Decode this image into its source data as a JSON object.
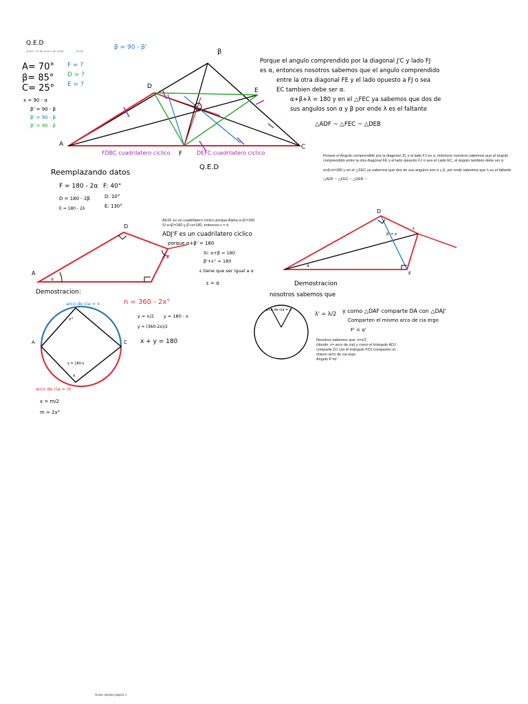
{
  "page": {
    "title": "Q.E.D",
    "date": "lunes, 13 de enero de 2025",
    "time": "10:53",
    "footer": "Notas rápidas página 1"
  },
  "givens": {
    "alpha": "A= 70°",
    "beta": "β= 85°",
    "gamma": "C= 25°",
    "relations": [
      "x = 90 - α",
      "β' = 90 - β",
      "β' = 90 - β",
      "β' = 90 - β"
    ]
  },
  "blue_notes": {
    "beta_rel": "β = 90 - β'",
    "f_q": "F = ?",
    "d_q": "D = ?",
    "e_q": "E = ?"
  },
  "fig1": {
    "labels": {
      "a": "A",
      "b": "β",
      "c": "C",
      "d": "D",
      "e": "E",
      "f": "F"
    },
    "fdbc": "FDBC cuadrilatero ciclico",
    "defc": "DEFC cuadrilatero ciclico",
    "qed": "Q.E.D"
  },
  "hand_right": {
    "l1": "Porque el angulo comprendido por la diagonal J'C y lado FJ",
    "l2": "es α, entonces nosotros sabemos que el angulo comprendido",
    "l3": "entre la otra diagonal FE y el lado opuesto a FJ o sea",
    "l4": "EC tambien debe ser α.",
    "l5": "α+β+λ = 180 y en el △FEC ya sabemos que dos de",
    "l6": "sus angulos son α y β por ende λ es el faltante",
    "l7": "△ADF ~ △FEC ~ △DEB"
  },
  "typed_right": {
    "p1": "Porque el Angulo comprendido por la diagonal JC y el lado FJ es α, entonces nosotros sabemos que el ángulo comprendido entre la otra diagonal FE y el lado opuesto FJ o sea el Lado EC, el ángulo también debe ser α",
    "p2": "α+β+λ=180 y en el △FEC ya sabemos que dos de sus angulos son α y β, por ende sabemos que λ es el faltante",
    "p3": "△ADF ~ △FEC ~ △DEB ~"
  },
  "reemplazo": {
    "title": "Reemplazando datos",
    "f1": "F = 180 - 2α",
    "d1": "D = 180 - 2β",
    "e1": "E = 180 - 2λ",
    "f2": "F: 40°",
    "d2": "D: 10°",
    "e2": "E: 130°"
  },
  "mid_typed": {
    "l1": "ADJF es un cuadrilátero cíclico porque Alpha α+β'=180",
    "l2": "Si α+β'=180 y β'+ε=180, entonces ε = α"
  },
  "mid_hand": {
    "l1": "ADJ'F es un cuadrilatero ciclico",
    "l2": "porque α+β' = 180",
    "l3": "Si: α+β = 180",
    "l4": "β'+ε'' = 180",
    "l5": "ε tiene que ser igual a α",
    "l6": "ε = α"
  },
  "fig2": {
    "a": "A",
    "d": "D",
    "angle_a": "α",
    "angle_e": "ε: α"
  },
  "demo1": {
    "title": "Demostracion:",
    "arc_n": "arco de cia = n",
    "n_eq": "n = 360 - 2x°",
    "y1": "y = n/2",
    "y2": "y = 180 - x",
    "y3": "y = (360-2x)/2",
    "sum": "x + y = 180",
    "arc_m": "arco de cia = m",
    "x_eq": "x = m/2",
    "m_eq": "m = 2x°",
    "lab_a": "A",
    "lab_c": "C",
    "lab_x": "x",
    "lab_y": "y = 180-x",
    "lab_top": "x°"
  },
  "fig3": {
    "d": "D",
    "f": "F",
    "angle_a": "α",
    "angle_b": "β' = α",
    "angle_e": "ε"
  },
  "demo2": {
    "title": "Demostracion",
    "sub": "nosotros sabemos que",
    "arc": "arco de cia = λ",
    "eq": "λ' = λ/2",
    "daf": "y como △DAF comparte DA con △DAJ'",
    "daf2": "Comparten el mismo arco de cia ergo",
    "faprime": "F' = α'"
  },
  "typed_bottom": {
    "l1": "Nosotros sabemos que: λ=z/2",
    "l2": "(donde: z= arco de cia) y como el triángulo ADJ",
    "l3": "comparte DJ con el triángulo FDJ comparten el",
    "l4": "mismo arco de cia ergo",
    "l5": "Angulo F'=α'"
  }
}
